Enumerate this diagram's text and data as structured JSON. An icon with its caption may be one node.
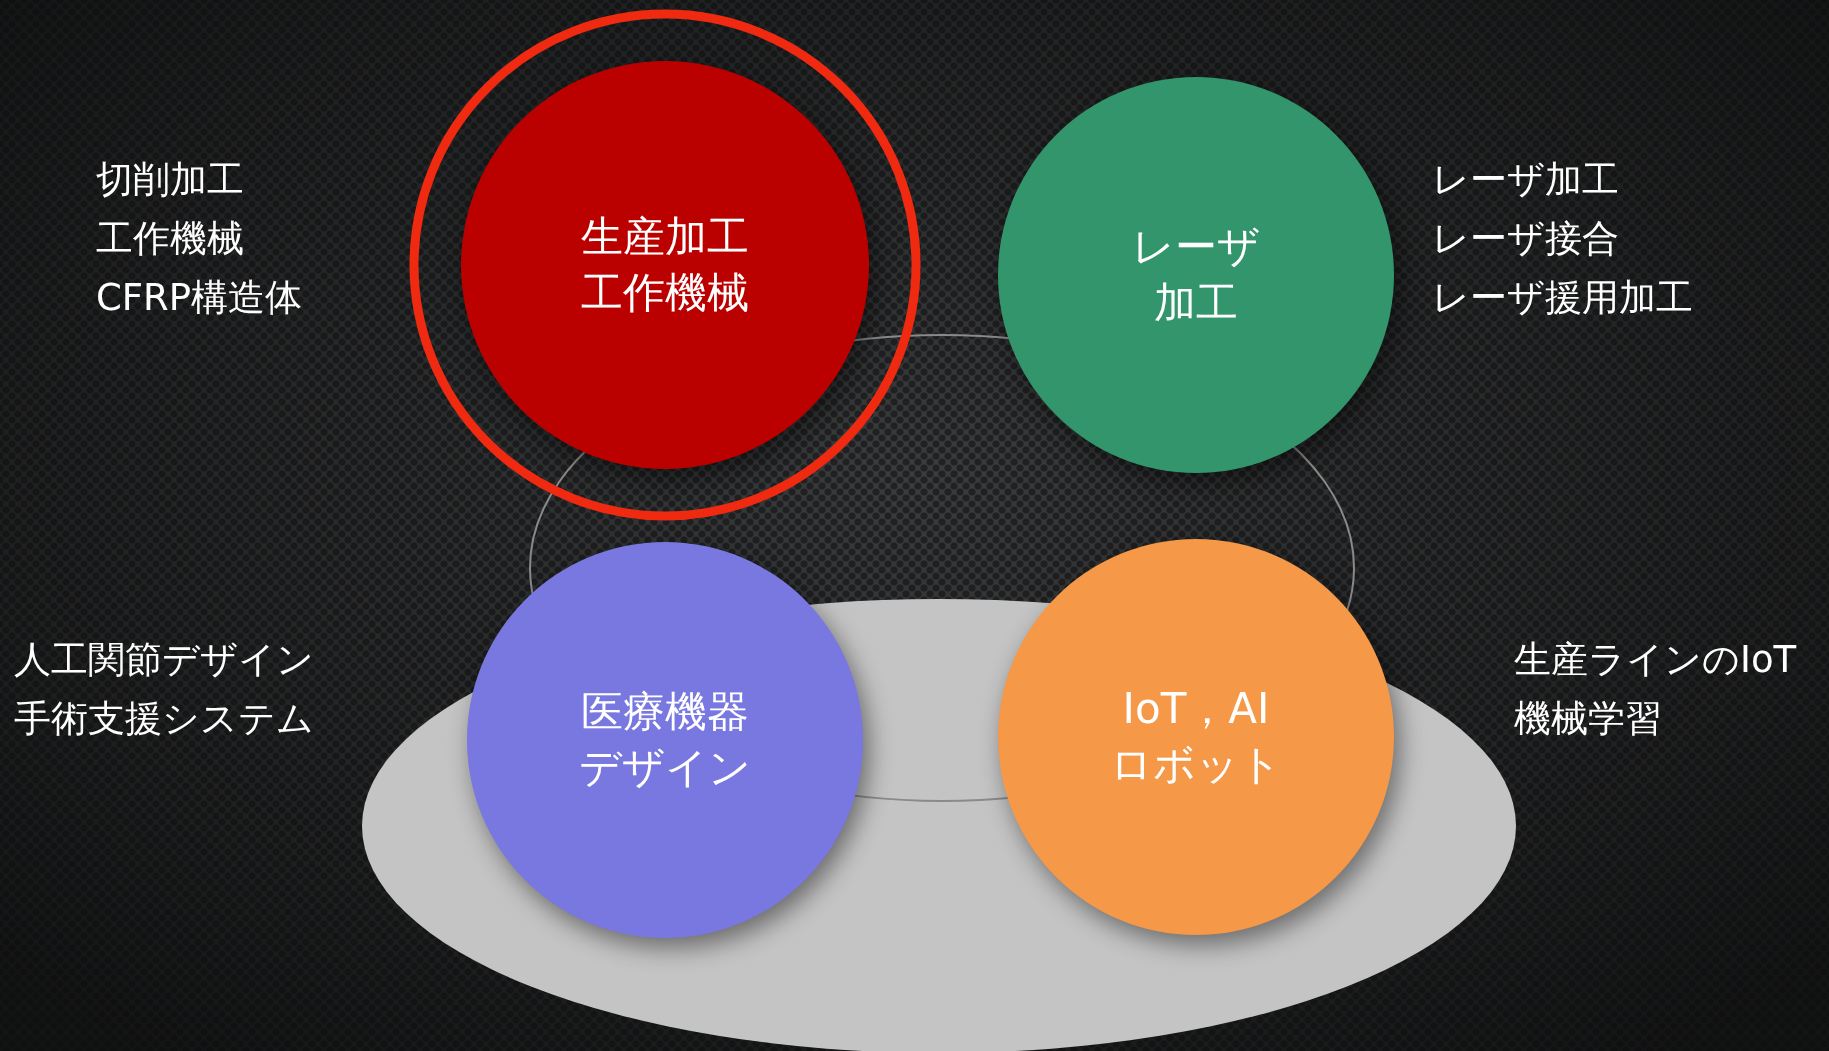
{
  "diagram": {
    "nodes": [
      {
        "text": [
          "生産加工",
          "工作機械"
        ],
        "beside": [
          "切削加工",
          "工作機械",
          "CFRP構造体"
        ]
      },
      {
        "text": [
          "レーザ",
          "加工"
        ],
        "beside": [
          "レーザ加工",
          "レーザ接合",
          "レーザ援用加工"
        ]
      },
      {
        "text": [
          "医療機器",
          "デザイン"
        ],
        "beside": [
          "人工関節デザイン",
          "手術支援システム"
        ]
      },
      {
        "text": [
          "IoT，AI",
          "ロボット"
        ],
        "beside": [
          "生産ラインのIoT",
          "機械学習"
        ]
      }
    ]
  }
}
